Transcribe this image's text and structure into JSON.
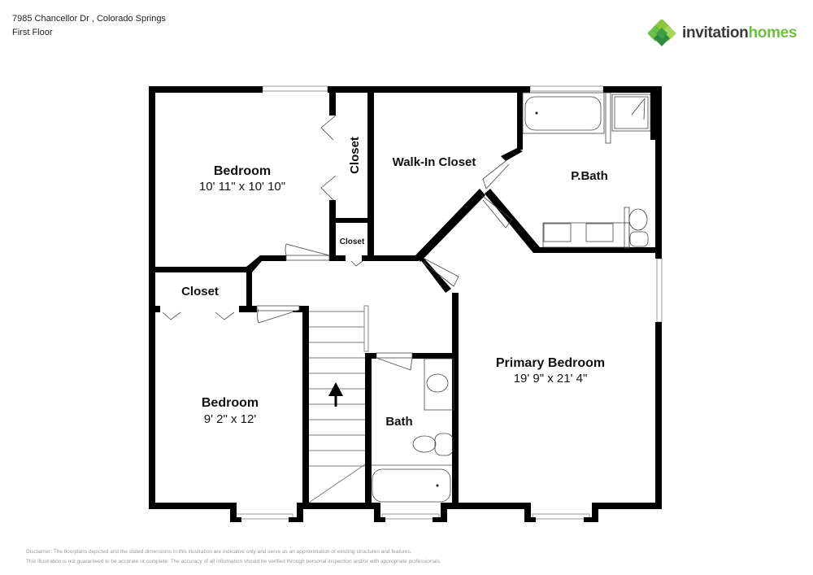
{
  "header": {
    "address": "7985 Chancellor Dr , Colorado Springs",
    "floor": "First Floor"
  },
  "logo": {
    "word1": "invitation",
    "word2": "homes",
    "colors": {
      "dark": "#3a3a3a",
      "green": "#6cbf45",
      "darkgreen": "#2e8b3d"
    }
  },
  "rooms": {
    "bedroom1": {
      "name": "Bedroom",
      "dims": "10' 11\" x 10' 10\""
    },
    "closet1": {
      "name": "Closet"
    },
    "closet2": {
      "name": "Closet"
    },
    "walkin": {
      "name": "Walk-In Closet"
    },
    "pbath": {
      "name": "P.Bath"
    },
    "closet3": {
      "name": "Closet"
    },
    "bedroom2": {
      "name": "Bedroom",
      "dims": "9' 2\" x 12'"
    },
    "bath": {
      "name": "Bath"
    },
    "primary": {
      "name": "Primary Bedroom",
      "dims": "19' 9\" x 21' 4\""
    }
  },
  "disclaimer": {
    "line1": "Disclaimer: The floorplans depicted and the stated dimensions in this illustration are indicative only and serve as an approximation of existing structures and features.",
    "line2": "This illustration is not guaranteed to be accurate or complete. The accuracy of all information should be verified through personal inspection and/or with appropriate professionals."
  }
}
